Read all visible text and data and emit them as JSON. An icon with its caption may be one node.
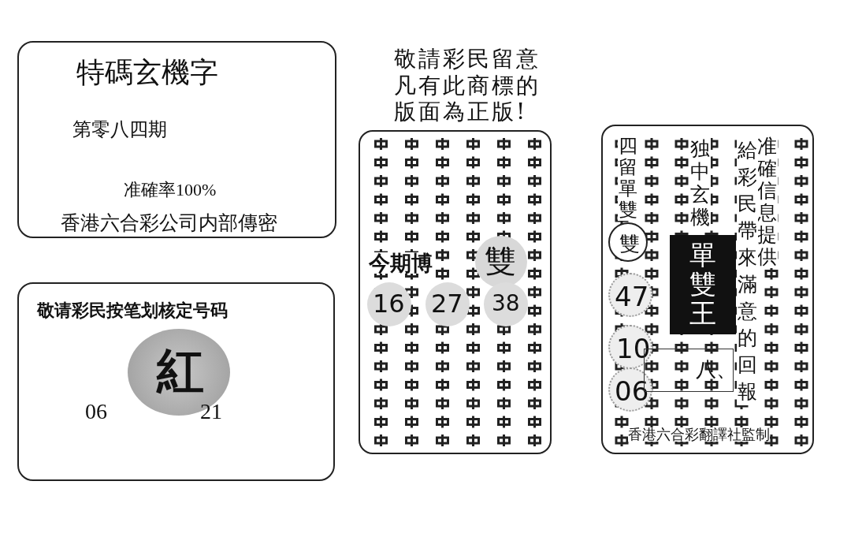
{
  "diagram": {
    "nodes": [
      {
        "text": [
          "特碼玄機字",
          "第零八四期",
          "准確率100%",
          "香港六合彩公司内部傳密"
        ]
      },
      {
        "text": [
          "敬请彩民按笔划核定号码"
        ]
      },
      {
        "text": [
          "紅"
        ],
        "in": 1
      },
      {
        "text": [
          "今期博"
        ]
      },
      {
        "text": [
          "雙"
        ],
        "in": 3
      },
      {
        "text": [
          "16"
        ],
        "in": 3
      },
      {
        "text": [
          "27"
        ],
        "in": 3
      },
      {
        "text": [
          "38"
        ],
        "in": 3
      },
      {
        "text": [
          "准確信息提供",
          "給彩民帶來滿意的回報",
          "独中玄機",
          "四留單雙",
          "香港六合彩翻譯社監制"
        ]
      },
      {
        "text": [
          "單雙王"
        ],
        "in": 8
      },
      {
        "text": [
          "雙"
        ],
        "in": 8
      },
      {
        "text": [
          "47"
        ],
        "in": 8
      },
      {
        "text": [
          "10"
        ],
        "in": 8
      },
      {
        "text": [
          "06"
        ],
        "in": 8
      },
      {
        "text": [
          "八、"
        ],
        "in": 8
      }
    ],
    "labels": [
      "敬請彩民留意凡有此商標的版面為正版!",
      "06",
      "21"
    ]
  }
}
